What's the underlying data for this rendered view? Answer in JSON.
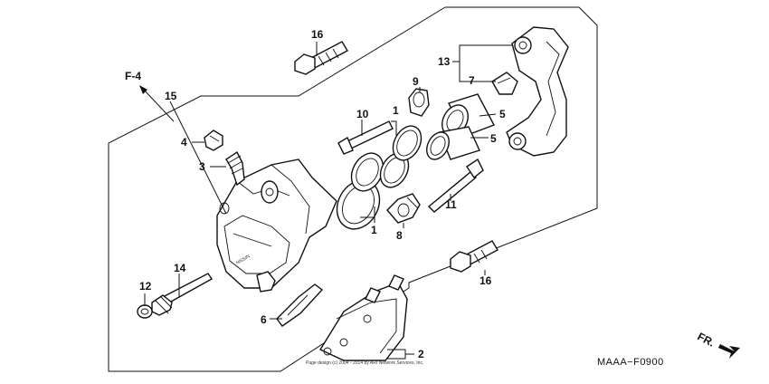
{
  "diagram": {
    "ref_code": "MAAA−F0900",
    "front_label": "FR.",
    "fig_ref": "F-4",
    "copyright": "Page design (c) 2004 - 2014 by ARI Network Services, Inc.",
    "callouts": [
      {
        "id": "c1a",
        "text": "1"
      },
      {
        "id": "c1b",
        "text": "1"
      },
      {
        "id": "c2",
        "text": "2"
      },
      {
        "id": "c3",
        "text": "3"
      },
      {
        "id": "c4",
        "text": "4"
      },
      {
        "id": "c5a",
        "text": "5"
      },
      {
        "id": "c5b",
        "text": "5"
      },
      {
        "id": "c6",
        "text": "6"
      },
      {
        "id": "c7",
        "text": "7"
      },
      {
        "id": "c8",
        "text": "8"
      },
      {
        "id": "c9",
        "text": "9"
      },
      {
        "id": "c10",
        "text": "10"
      },
      {
        "id": "c11",
        "text": "11"
      },
      {
        "id": "c12",
        "text": "12"
      },
      {
        "id": "c13",
        "text": "13"
      },
      {
        "id": "c14",
        "text": "14"
      },
      {
        "id": "c15",
        "text": "15"
      },
      {
        "id": "c16a",
        "text": "16"
      },
      {
        "id": "c16b",
        "text": "16"
      }
    ]
  }
}
